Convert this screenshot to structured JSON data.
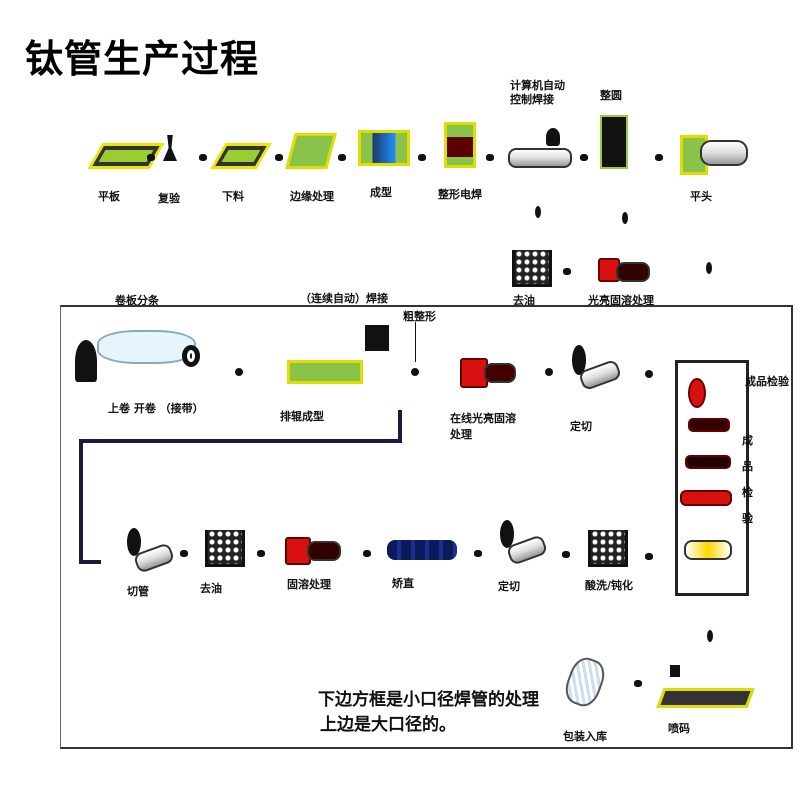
{
  "title": "钛管生产过程",
  "top_row": [
    {
      "label": "平板"
    },
    {
      "label": "复验"
    },
    {
      "label": "下料"
    },
    {
      "label": "边缘处理"
    },
    {
      "label": "成型"
    },
    {
      "label": "整形电焊"
    },
    {
      "label": "计算机自动控制焊接"
    },
    {
      "label": "整圆"
    },
    {
      "label": "平头"
    }
  ],
  "top_header_labels": {
    "computer_weld_line1": "计算机自动",
    "computer_weld_line2": "控制焊接",
    "round": "整圆"
  },
  "second_row": [
    {
      "label": "去油"
    },
    {
      "label": "光亮固溶处理"
    }
  ],
  "section_labels": {
    "coil_slitting": "卷板分条",
    "continuous_weld": "（连续自动）焊接",
    "rough_shaping": "粗整形"
  },
  "small_pipe_row1": [
    {
      "label": "上卷 开卷 （接带）"
    },
    {
      "label": "排辊成型"
    },
    {
      "label": "在线光亮固溶处理"
    },
    {
      "label": "定切"
    }
  ],
  "inspection": {
    "label": "成品检验",
    "vertical_label": [
      "成",
      "品",
      "检",
      "验"
    ]
  },
  "small_pipe_row2": [
    {
      "label": "切管"
    },
    {
      "label": "去油"
    },
    {
      "label": "固溶处理"
    },
    {
      "label": "矫直"
    },
    {
      "label": "定切"
    },
    {
      "label": "酸洗/钝化"
    }
  ],
  "final_row": [
    {
      "label": "喷码"
    },
    {
      "label": "包装入库"
    }
  ],
  "note": {
    "line1": "下边方框是小口径焊管的处理",
    "line2": "上边是大口径的。"
  }
}
